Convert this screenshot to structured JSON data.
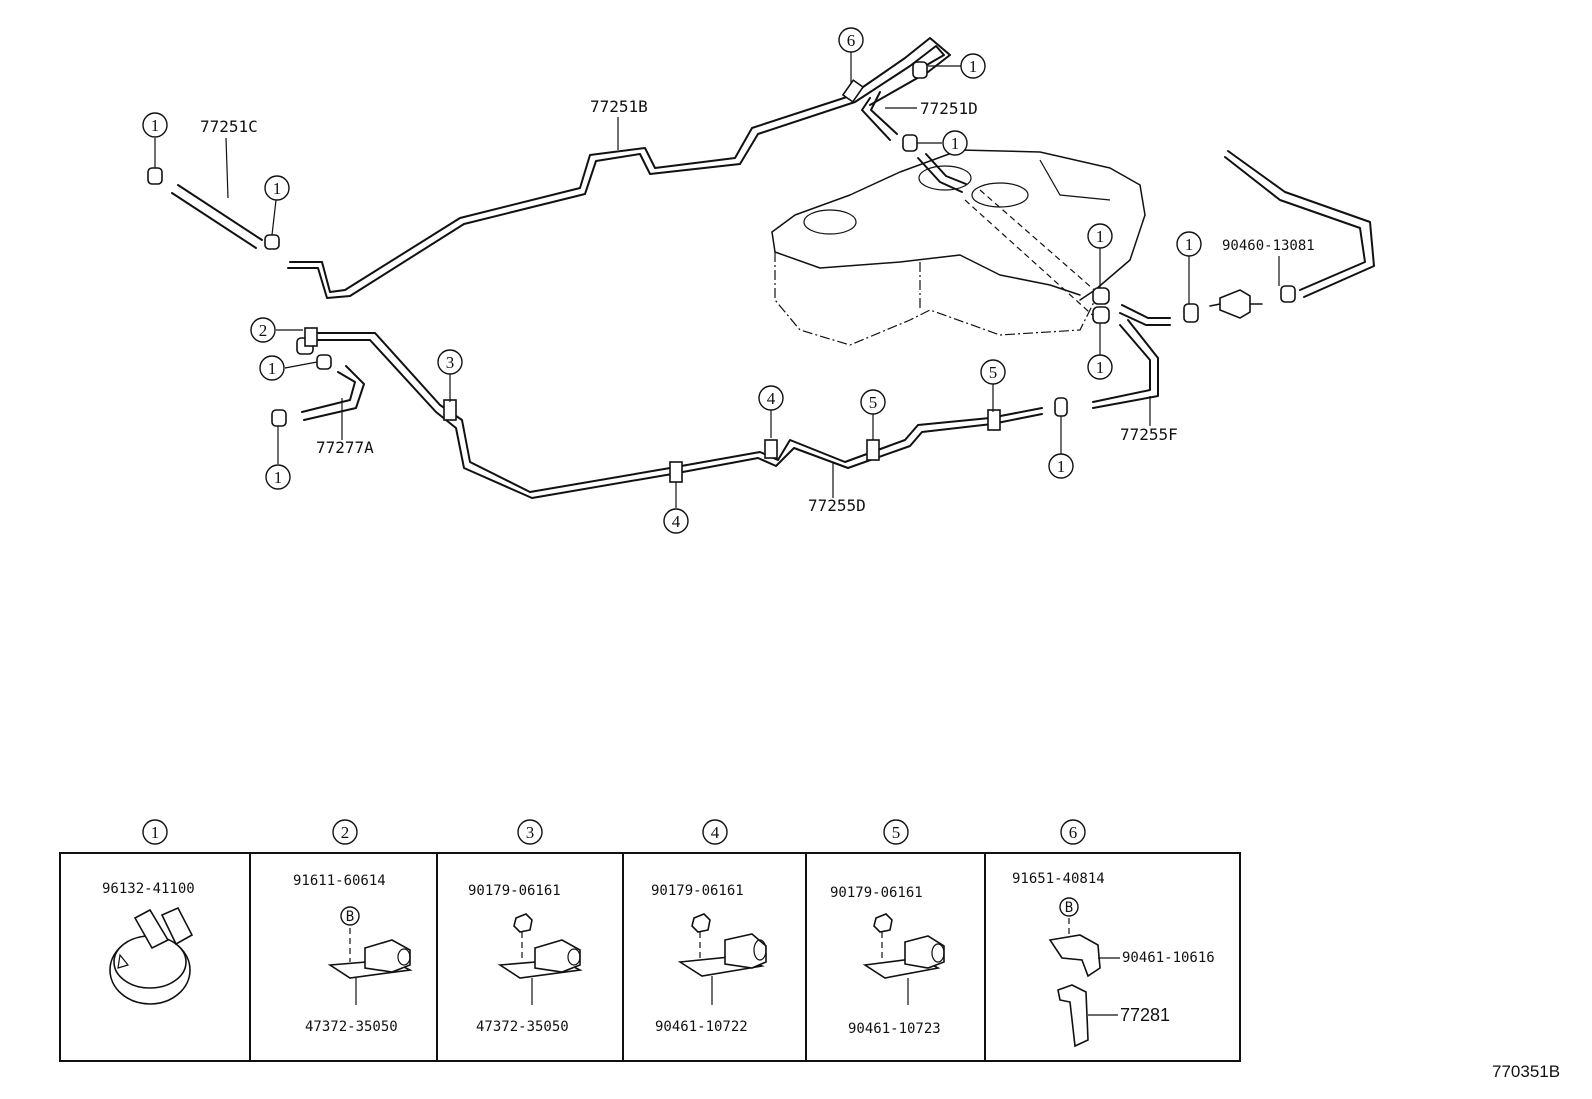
{
  "callout_numbers": [
    "1",
    "2",
    "3",
    "4",
    "5",
    "6",
    "B"
  ],
  "parts": {
    "p77251C": "77251C",
    "p77251B": "77251B",
    "p77251D": "77251D",
    "p77277A": "77277A",
    "p77255D": "77255D",
    "p77255F": "77255F",
    "p90460_13081": "90460-13081"
  },
  "detail_boxes": [
    {
      "num": "1",
      "top": "96132-41100",
      "bottom": ""
    },
    {
      "num": "2",
      "top": "91611-60614",
      "bottom": "47372-35050"
    },
    {
      "num": "3",
      "top": "90179-06161",
      "bottom": "47372-35050"
    },
    {
      "num": "4",
      "top": "90179-06161",
      "bottom": "90461-10722"
    },
    {
      "num": "5",
      "top": "90179-06161",
      "bottom": "90461-10723"
    },
    {
      "num": "6",
      "top": "91651-40814",
      "side1": "90461-10616",
      "side2": "77281"
    }
  ],
  "reference_code": "770351B"
}
